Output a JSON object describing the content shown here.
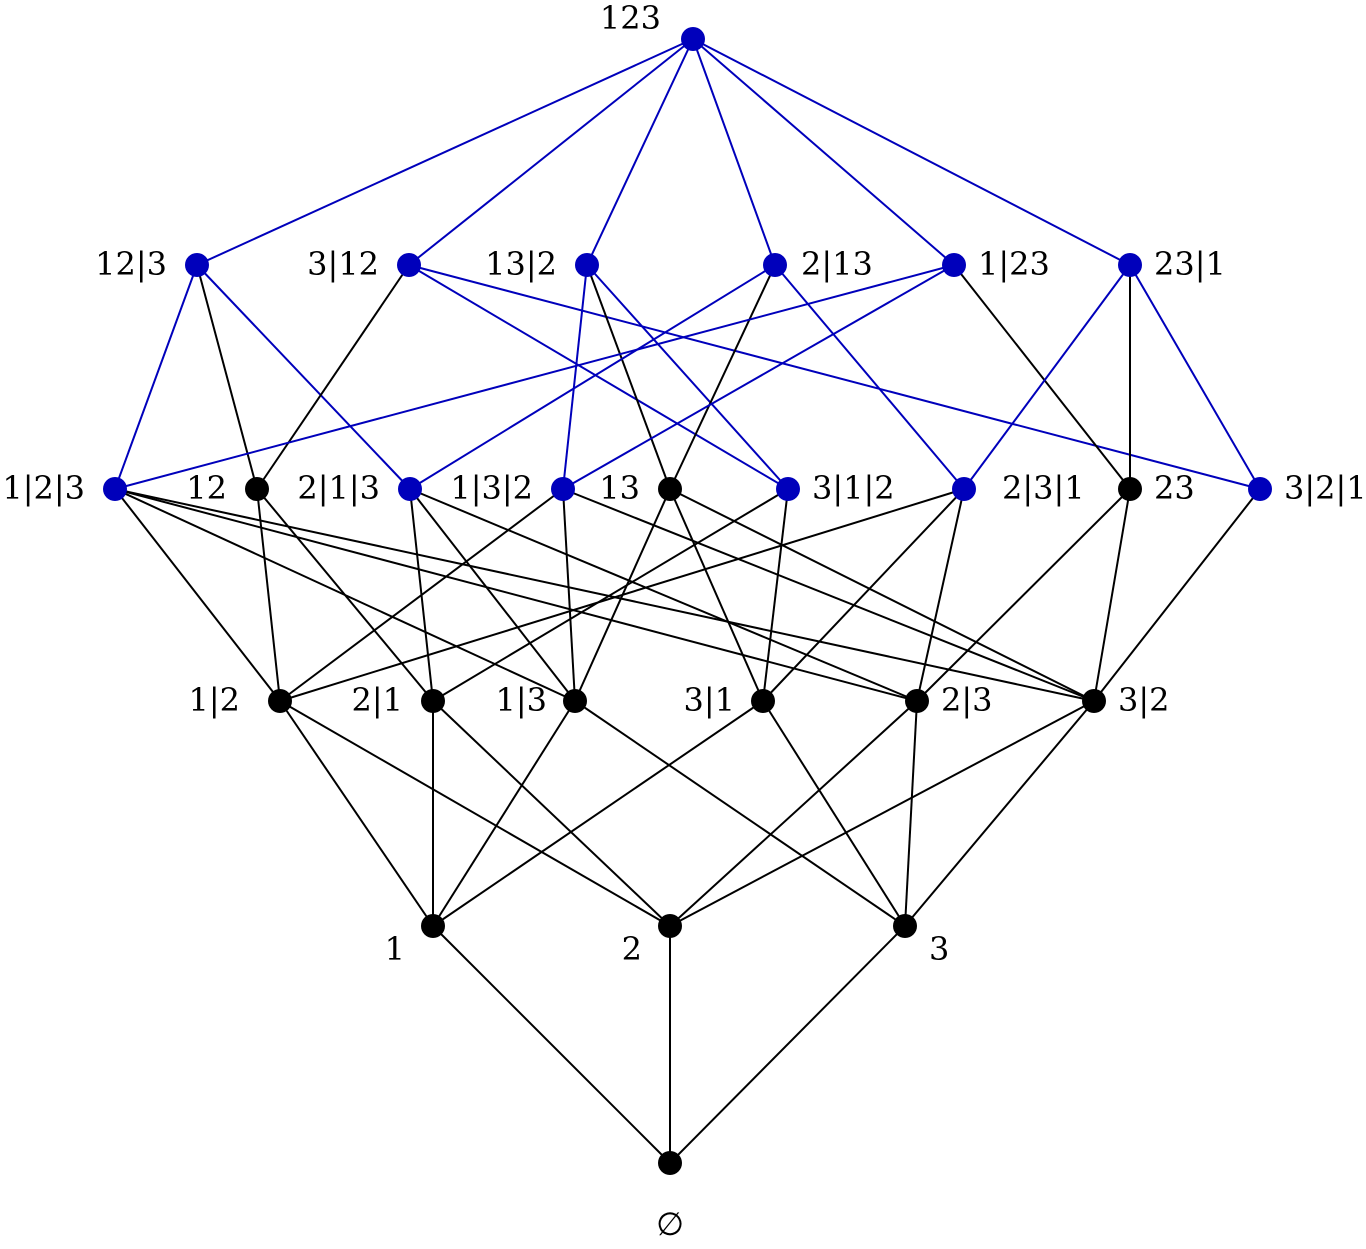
{
  "colors": {
    "highlight": "#0000bb",
    "default": "#000000"
  },
  "nodes": [
    {
      "id": "n123",
      "label": "123",
      "color": "highlight"
    },
    {
      "id": "n12_3",
      "label": "12|3",
      "color": "highlight"
    },
    {
      "id": "n3_12",
      "label": "3|12",
      "color": "highlight"
    },
    {
      "id": "n13_2",
      "label": "13|2",
      "color": "highlight"
    },
    {
      "id": "n2_13",
      "label": "2|13",
      "color": "highlight"
    },
    {
      "id": "n1_23",
      "label": "1|23",
      "color": "highlight"
    },
    {
      "id": "n23_1",
      "label": "23|1",
      "color": "highlight"
    },
    {
      "id": "n1_2_3",
      "label": "1|2|3",
      "color": "highlight"
    },
    {
      "id": "n12",
      "label": "12",
      "color": "default"
    },
    {
      "id": "n2_1_3",
      "label": "2|1|3",
      "color": "highlight"
    },
    {
      "id": "n1_3_2",
      "label": "1|3|2",
      "color": "highlight"
    },
    {
      "id": "n13",
      "label": "13",
      "color": "default"
    },
    {
      "id": "n3_1_2",
      "label": "3|1|2",
      "color": "highlight"
    },
    {
      "id": "n2_3_1",
      "label": "2|3|1",
      "color": "highlight"
    },
    {
      "id": "n23",
      "label": "23",
      "color": "default"
    },
    {
      "id": "n3_2_1",
      "label": "3|2|1",
      "color": "highlight"
    },
    {
      "id": "n1_2",
      "label": "1|2",
      "color": "default"
    },
    {
      "id": "n2_1",
      "label": "2|1",
      "color": "default"
    },
    {
      "id": "n1_3",
      "label": "1|3",
      "color": "default"
    },
    {
      "id": "n3_1",
      "label": "3|1",
      "color": "default"
    },
    {
      "id": "n2_3",
      "label": "2|3",
      "color": "default"
    },
    {
      "id": "n3_2",
      "label": "3|2",
      "color": "default"
    },
    {
      "id": "n1",
      "label": "1",
      "color": "default"
    },
    {
      "id": "n2",
      "label": "2",
      "color": "default"
    },
    {
      "id": "n3",
      "label": "3",
      "color": "default"
    },
    {
      "id": "nempty",
      "label": "∅",
      "color": "default"
    }
  ],
  "edges": [
    {
      "from": "n123",
      "to": "n12_3",
      "color": "highlight"
    },
    {
      "from": "n123",
      "to": "n3_12",
      "color": "highlight"
    },
    {
      "from": "n123",
      "to": "n13_2",
      "color": "highlight"
    },
    {
      "from": "n123",
      "to": "n2_13",
      "color": "highlight"
    },
    {
      "from": "n123",
      "to": "n1_23",
      "color": "highlight"
    },
    {
      "from": "n123",
      "to": "n23_1",
      "color": "highlight"
    },
    {
      "from": "n12_3",
      "to": "n1_2_3",
      "color": "highlight"
    },
    {
      "from": "n12_3",
      "to": "n12",
      "color": "default"
    },
    {
      "from": "n12_3",
      "to": "n2_1_3",
      "color": "highlight"
    },
    {
      "from": "n3_12",
      "to": "n12",
      "color": "default"
    },
    {
      "from": "n3_12",
      "to": "n3_1_2",
      "color": "highlight"
    },
    {
      "from": "n3_12",
      "to": "n3_2_1",
      "color": "highlight"
    },
    {
      "from": "n13_2",
      "to": "n1_3_2",
      "color": "highlight"
    },
    {
      "from": "n13_2",
      "to": "n13",
      "color": "default"
    },
    {
      "from": "n13_2",
      "to": "n3_1_2",
      "color": "highlight"
    },
    {
      "from": "n2_13",
      "to": "n2_1_3",
      "color": "highlight"
    },
    {
      "from": "n2_13",
      "to": "n13",
      "color": "default"
    },
    {
      "from": "n2_13",
      "to": "n2_3_1",
      "color": "highlight"
    },
    {
      "from": "n1_23",
      "to": "n1_2_3",
      "color": "highlight"
    },
    {
      "from": "n1_23",
      "to": "n1_3_2",
      "color": "highlight"
    },
    {
      "from": "n1_23",
      "to": "n23",
      "color": "default"
    },
    {
      "from": "n23_1",
      "to": "n2_3_1",
      "color": "highlight"
    },
    {
      "from": "n23_1",
      "to": "n23",
      "color": "default"
    },
    {
      "from": "n23_1",
      "to": "n3_2_1",
      "color": "highlight"
    },
    {
      "from": "n1_2_3",
      "to": "n1_2",
      "color": "default"
    },
    {
      "from": "n1_2_3",
      "to": "n1_3",
      "color": "default"
    },
    {
      "from": "n1_2_3",
      "to": "n2_3",
      "color": "default"
    },
    {
      "from": "n1_2_3",
      "to": "n3_2",
      "color": "default"
    },
    {
      "from": "n12",
      "to": "n1_2",
      "color": "default"
    },
    {
      "from": "n12",
      "to": "n2_1",
      "color": "default"
    },
    {
      "from": "n2_1_3",
      "to": "n2_1",
      "color": "default"
    },
    {
      "from": "n2_1_3",
      "to": "n1_3",
      "color": "default"
    },
    {
      "from": "n2_1_3",
      "to": "n2_3",
      "color": "default"
    },
    {
      "from": "n1_3_2",
      "to": "n1_2",
      "color": "default"
    },
    {
      "from": "n1_3_2",
      "to": "n1_3",
      "color": "default"
    },
    {
      "from": "n1_3_2",
      "to": "n3_2",
      "color": "default"
    },
    {
      "from": "n13",
      "to": "n1_3",
      "color": "default"
    },
    {
      "from": "n13",
      "to": "n3_1",
      "color": "default"
    },
    {
      "from": "n13",
      "to": "n3_2",
      "color": "default"
    },
    {
      "from": "n3_1_2",
      "to": "n2_1",
      "color": "default"
    },
    {
      "from": "n3_1_2",
      "to": "n3_1",
      "color": "default"
    },
    {
      "from": "n2_3_1",
      "to": "n1_2",
      "color": "default"
    },
    {
      "from": "n2_3_1",
      "to": "n3_1",
      "color": "default"
    },
    {
      "from": "n2_3_1",
      "to": "n2_3",
      "color": "default"
    },
    {
      "from": "n23",
      "to": "n2_3",
      "color": "default"
    },
    {
      "from": "n23",
      "to": "n3_2",
      "color": "default"
    },
    {
      "from": "n3_2_1",
      "to": "n3_2",
      "color": "default"
    },
    {
      "from": "n1_2",
      "to": "n1",
      "color": "default"
    },
    {
      "from": "n1_2",
      "to": "n2",
      "color": "default"
    },
    {
      "from": "n2_1",
      "to": "n1",
      "color": "default"
    },
    {
      "from": "n2_1",
      "to": "n2",
      "color": "default"
    },
    {
      "from": "n1_3",
      "to": "n1",
      "color": "default"
    },
    {
      "from": "n1_3",
      "to": "n3",
      "color": "default"
    },
    {
      "from": "n3_1",
      "to": "n1",
      "color": "default"
    },
    {
      "from": "n3_1",
      "to": "n3",
      "color": "default"
    },
    {
      "from": "n2_3",
      "to": "n2",
      "color": "default"
    },
    {
      "from": "n2_3",
      "to": "n3",
      "color": "default"
    },
    {
      "from": "n3_2",
      "to": "n2",
      "color": "default"
    },
    {
      "from": "n3_2",
      "to": "n3",
      "color": "default"
    },
    {
      "from": "n1",
      "to": "nempty",
      "color": "default"
    },
    {
      "from": "n2",
      "to": "nempty",
      "color": "default"
    },
    {
      "from": "n3",
      "to": "nempty",
      "color": "default"
    }
  ]
}
